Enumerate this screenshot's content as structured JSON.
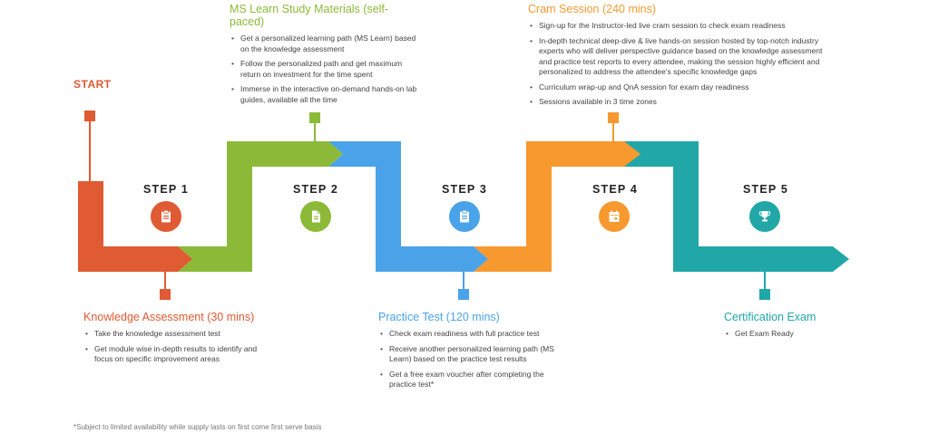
{
  "colors": {
    "step1": "#e05a33",
    "step2": "#8cba38",
    "step3": "#4aa3e8",
    "step4": "#f7992f",
    "step5": "#22a7a8",
    "text": "#333333"
  },
  "start_label": "START",
  "steps": [
    {
      "label": "STEP 1",
      "icon": "clipboard-icon",
      "color": "#e05a33"
    },
    {
      "label": "STEP 2",
      "icon": "document-icon",
      "color": "#8cba38"
    },
    {
      "label": "STEP 3",
      "icon": "clipboard-icon",
      "color": "#4aa3e8"
    },
    {
      "label": "STEP 4",
      "icon": "calendar-icon",
      "color": "#f7992f"
    },
    {
      "label": "STEP 5",
      "icon": "trophy-icon",
      "color": "#22a7a8"
    }
  ],
  "blocks": {
    "knowledge": {
      "title": "Knowledge Assessment (30 mins)",
      "items": [
        "Take the knowledge assessment test",
        "Get module wise in-depth results to identify and focus on specific improvement areas"
      ]
    },
    "ms_learn": {
      "title": "MS Learn Study Materials (self-paced)",
      "items": [
        "Get a personalized learning path (MS Learn) based on the knowledge assessment",
        "Follow the personalized path and get maximum return on investment for the time spent",
        "Immerse in the interactive on-demand hands-on lab guides, available all the time"
      ]
    },
    "practice": {
      "title": "Practice Test (120 mins)",
      "items": [
        "Check exam readiness with full practice test",
        "Receive another personalized learning path (MS Learn) based on the practice test results",
        "Get a free exam voucher after completing the practice test*"
      ]
    },
    "cram": {
      "title": "Cram Session (240 mins)",
      "items": [
        "Sign-up for the Instructor-led live cram session to check exam readiness",
        "In-depth technical deep-dive & live hands-on session hosted by top-notch industry experts who will deliver perspective guidance based on the knowledge assessment and practice test reports to every attendee, making the session highly efficient and personalized to address the attendee's specific knowledge gaps",
        "Curriculum wrap-up and QnA session for exam day readiness",
        "Sessions available in 3 time zones"
      ]
    },
    "certification": {
      "title": "Certification Exam",
      "items": [
        "Get Exam Ready"
      ]
    }
  },
  "footnote": "*Subject to limited availability while supply lasts on first come first serve basis"
}
